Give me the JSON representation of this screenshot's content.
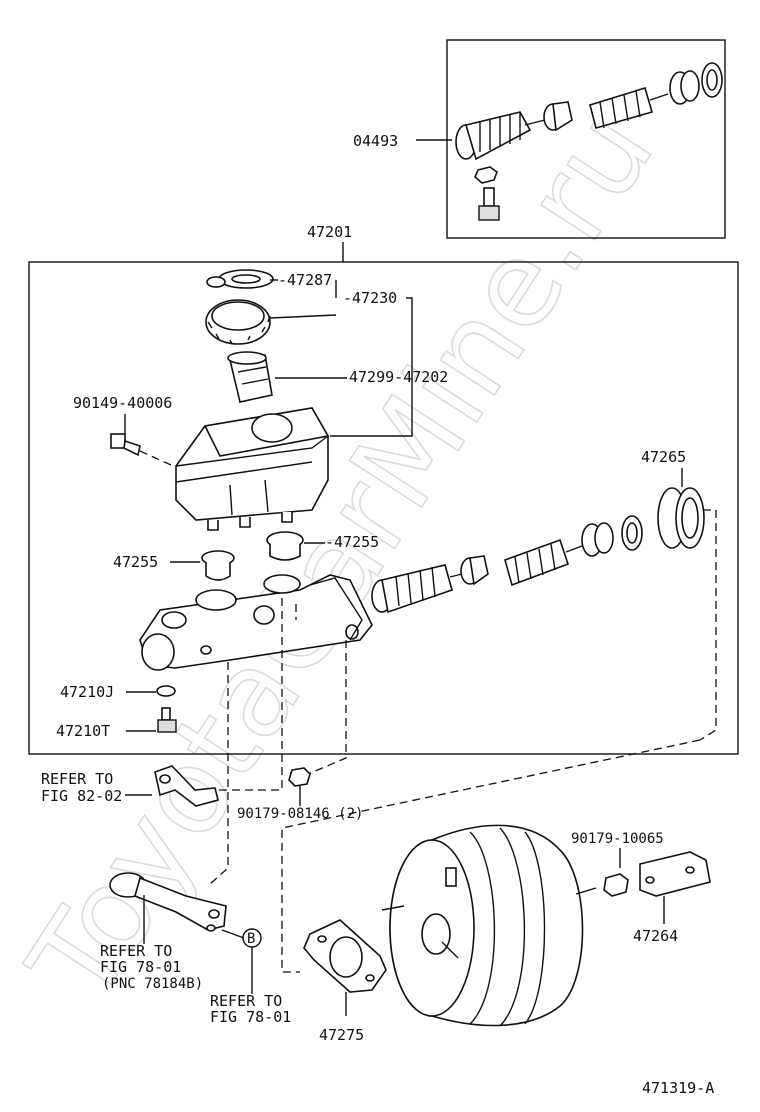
{
  "labels": {
    "p04493": "04493",
    "p47201": "47201",
    "p47287": "-47287",
    "p47230": "-47230",
    "p47299": "47299-47202",
    "p90149": "90149-40006",
    "p47265": "47265",
    "p47255a": "47255",
    "p47255b": "-47255",
    "p47210j": "47210J",
    "p47210t": "47210T",
    "refer1a": "REFER TO",
    "refer1b": "FIG 82-02",
    "p90179a": "90179-08146 (2)",
    "p90179b": "90179-10065",
    "p47264": "47264",
    "refer2a": "REFER TO",
    "refer2b": "FIG 78-01",
    "refer2c": "(PNC 78184B)",
    "circleB": "B",
    "refer3a": "REFER TO",
    "refer3b": "FIG 78-01",
    "p47275": "47275",
    "figure_id": "471319-A"
  },
  "watermark": "ToyotaCarMine.ru"
}
